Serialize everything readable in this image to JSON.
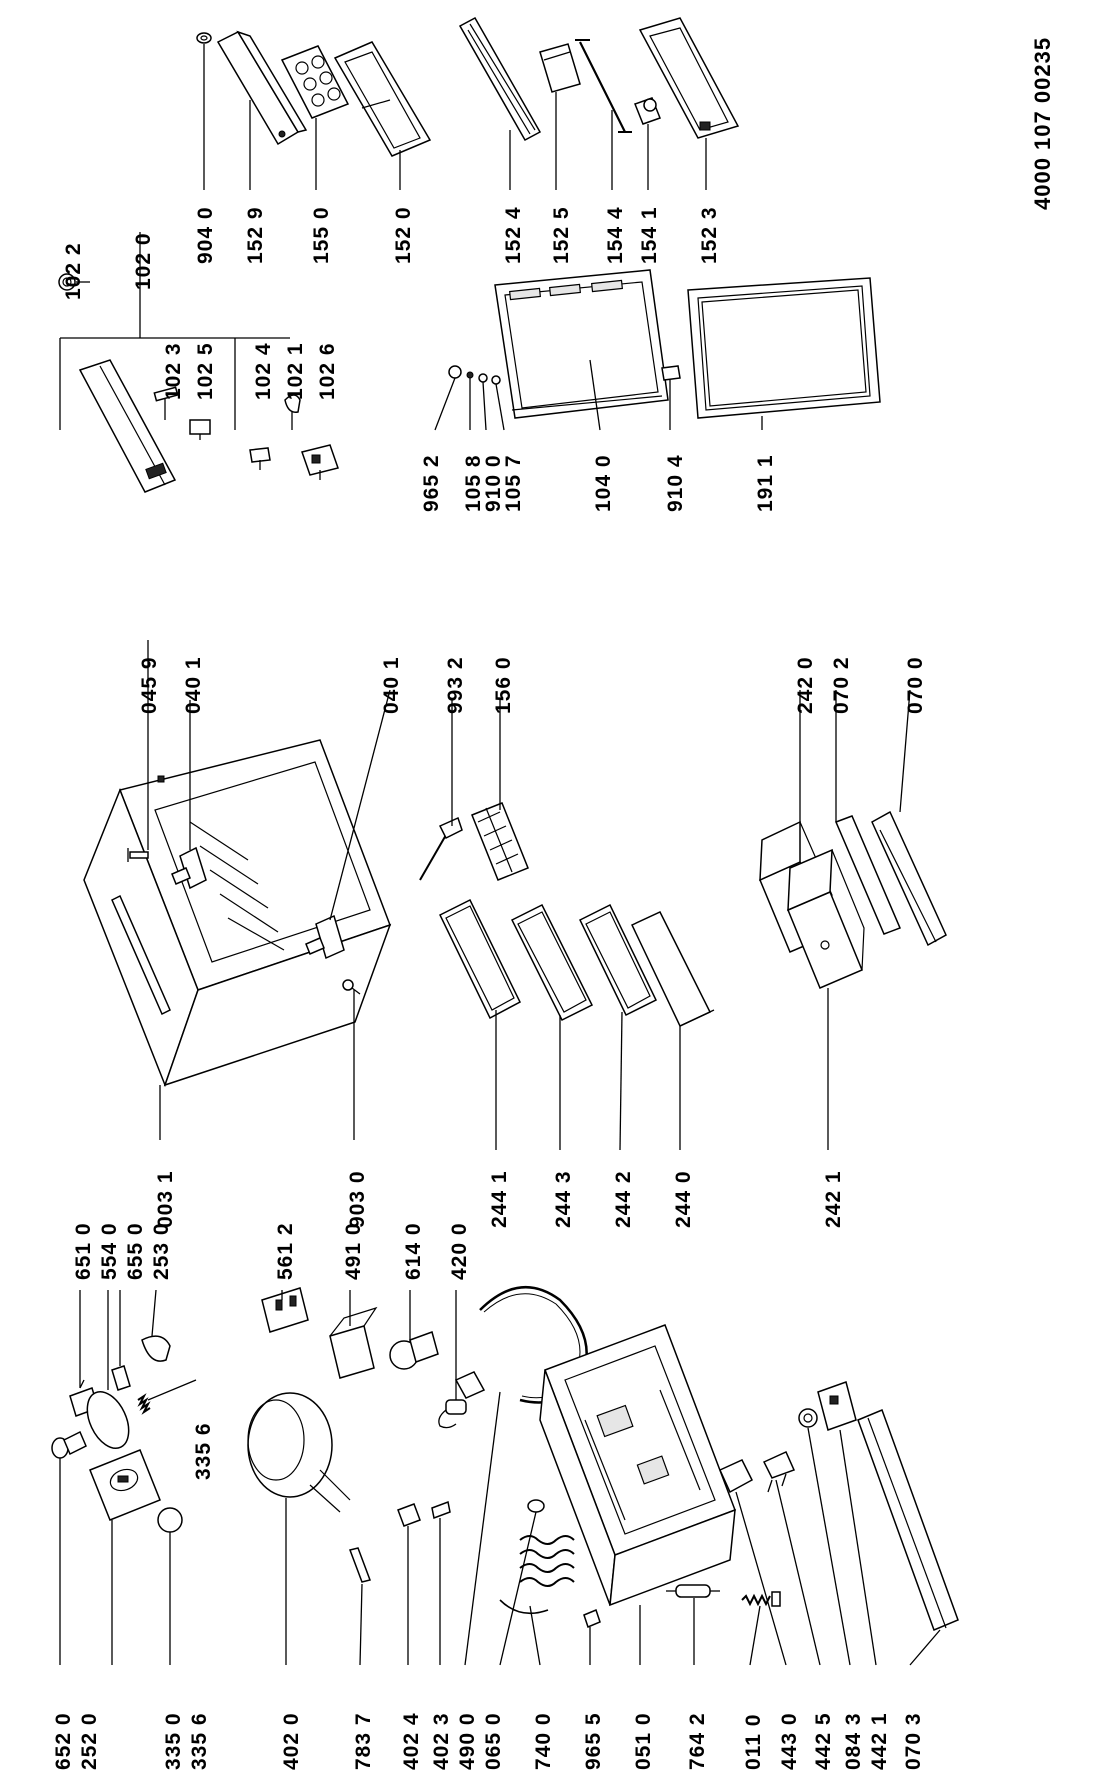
{
  "document_number": "4000 107 00235",
  "part_labels": [
    "102 2",
    "102 0",
    "102 3",
    "102 5",
    "102 4",
    "102 1",
    "102 6",
    "904 0",
    "152 9",
    "155 0",
    "152 0",
    "152 4",
    "152 5",
    "154 4",
    "154 1",
    "152 3",
    "965 2",
    "105 8",
    "910 0",
    "105 7",
    "104 0",
    "910 4",
    "191 1",
    "045 9",
    "040 1",
    "040 1",
    "993 2",
    "156 0",
    "242 0",
    "070 2",
    "070 0",
    "003 1",
    "903 0",
    "244 1",
    "244 3",
    "244 2",
    "244 0",
    "242 1",
    "651 0",
    "554 0",
    "655 0",
    "253 0",
    "335 6",
    "561 2",
    "491 0",
    "614 0",
    "420 0",
    "652 0",
    "252 0",
    "335 0",
    "402 0",
    "783 7",
    "402 4",
    "402 3",
    "490 0",
    "065 0",
    "740 0",
    "965 5",
    "051 0",
    "764 2",
    "011 0",
    "443 0",
    "442 5",
    "084 3",
    "442 1",
    "070 3"
  ]
}
